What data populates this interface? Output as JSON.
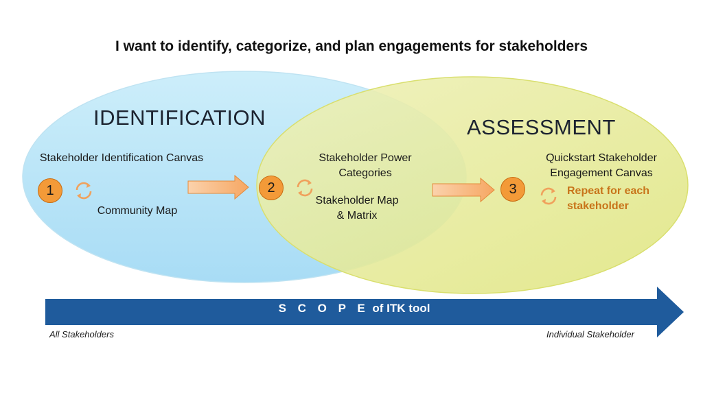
{
  "title": "I want to identify, categorize, and plan engagements for stakeholders",
  "colors": {
    "identification_fill": "#c6e9f9",
    "assessment_fill": "#e6ec9c",
    "step_orange": "#f39a38",
    "arrow_orange": "#f6b47a",
    "scope_blue": "#1f5b9c",
    "repeat_text": "#c8741a"
  },
  "identification": {
    "heading": "IDENTIFICATION",
    "canvas_label": "Stakeholder Identification Canvas",
    "community_label": "Community Map",
    "step_number": "1",
    "cycle_icon": "cycle-arrows-icon"
  },
  "overlap": {
    "power_label": "Stakeholder Power Categories",
    "map_label": "Stakeholder Map & Matrix",
    "step_number": "2",
    "cycle_icon": "cycle-arrows-icon"
  },
  "assessment": {
    "heading": "ASSESSMENT",
    "canvas_label": "Quickstart Stakeholder Engagement Canvas",
    "repeat_label": "Repeat for each stakeholder",
    "step_number": "3",
    "cycle_icon": "cycle-arrows-icon"
  },
  "scope": {
    "spaced_word": "S C O P E",
    "rest": "of ITK tool",
    "left_label": "All Stakeholders",
    "right_label": "Individual Stakeholder"
  }
}
